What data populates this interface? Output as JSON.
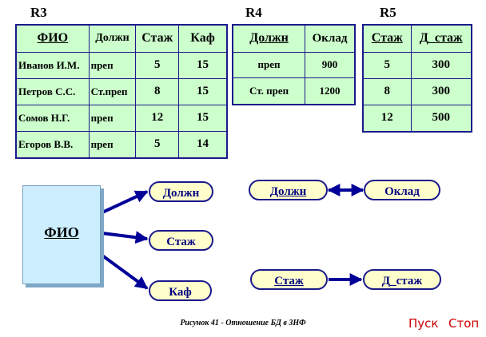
{
  "relations": {
    "r3": {
      "name": "R3",
      "headers": [
        "ФИО",
        "Должн",
        "Стаж",
        "Каф"
      ],
      "rows": [
        [
          "Иванов И.М.",
          "преп",
          "5",
          "15"
        ],
        [
          "Петров С.С.",
          "Ст.преп",
          "8",
          "15"
        ],
        [
          "Сомов Н.Г.",
          "преп",
          "12",
          "15"
        ],
        [
          "Егоров В.В.",
          "преп",
          "5",
          "14"
        ]
      ]
    },
    "r4": {
      "name": "R4",
      "headers": [
        "Должн",
        "Оклад"
      ],
      "rows": [
        [
          "преп",
          "900"
        ],
        [
          "Ст. преп",
          "1200"
        ]
      ]
    },
    "r5": {
      "name": "R5",
      "headers": [
        "Стаж",
        "Д_стаж"
      ],
      "rows": [
        [
          "5",
          "300"
        ],
        [
          "8",
          "300"
        ],
        [
          "12",
          "500"
        ]
      ]
    }
  },
  "diagram": {
    "fio": "ФИО",
    "dolzhn": "Должн",
    "stazh": "Стаж",
    "kaf": "Каф",
    "dolzhn2": "Должн",
    "oklad": "Оклад",
    "stazh2": "Стаж",
    "d_stazh": "Д_стаж",
    "colors": {
      "line": "#000099",
      "pill_fill": "#ffffcc",
      "box_fill": "#cceeff",
      "table_fill": "#ccffcc"
    }
  },
  "caption": "Рисунок 41 - Отношение БД в 3НФ",
  "controls": {
    "start": "Пуск",
    "stop": "Стоп"
  }
}
